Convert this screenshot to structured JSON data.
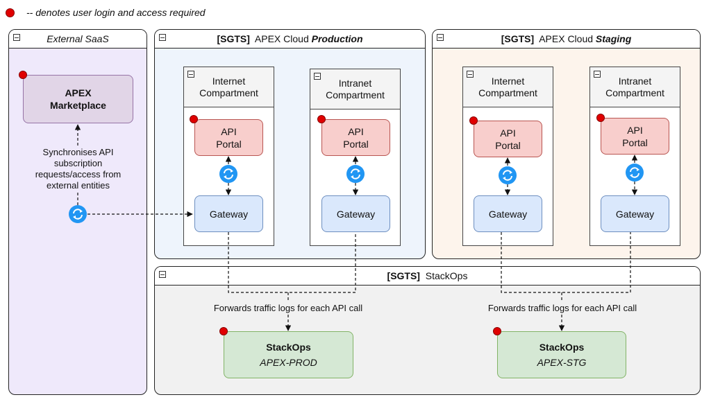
{
  "legend": {
    "text": "-- denotes user login and access required",
    "marker_color": "#e00000"
  },
  "external_saas": {
    "title": "External SaaS",
    "marketplace": {
      "line1": "APEX",
      "line2": "Marketplace"
    },
    "sync_label": [
      "Synchronises API",
      "subscription",
      "requests/access from",
      "external entities"
    ]
  },
  "production": {
    "title_prefix": "[SGTS]",
    "title_main": "APEX Cloud",
    "title_env": "Production",
    "internet": {
      "line1": "Internet",
      "line2": "Compartment",
      "portal_l1": "API",
      "portal_l2": "Portal",
      "gateway": "Gateway"
    },
    "intranet": {
      "line1": "Intranet",
      "line2": "Compartment",
      "portal_l1": "API",
      "portal_l2": "Portal",
      "gateway": "Gateway"
    }
  },
  "staging": {
    "title_prefix": "[SGTS]",
    "title_main": "APEX Cloud",
    "title_env": "Staging",
    "internet": {
      "line1": "Internet",
      "line2": "Compartment",
      "portal_l1": "API",
      "portal_l2": "Portal",
      "gateway": "Gateway"
    },
    "intranet": {
      "line1": "Intranet",
      "line2": "Compartment",
      "portal_l1": "API",
      "portal_l2": "Portal",
      "gateway": "Gateway"
    }
  },
  "stackops": {
    "title_prefix": "[SGTS]",
    "title_main": "StackOps",
    "forward_label_left": "Forwards traffic logs for each API call",
    "forward_label_right": "Forwards traffic logs for each API call",
    "prod_box": {
      "name": "StackOps",
      "env": "APEX-PROD"
    },
    "stg_box": {
      "name": "StackOps",
      "env": "APEX-STG"
    }
  },
  "colors": {
    "external_bg": "#efe9fb",
    "production_bg": "#eef4fc",
    "staging_bg": "#fdf4ec",
    "stackops_bg": "#f1f1f1",
    "sync_icon": "#2196f3"
  },
  "icons": {
    "sync": "sync-icon",
    "login_marker": "red-dot-icon",
    "collapse": "collapse-icon"
  }
}
